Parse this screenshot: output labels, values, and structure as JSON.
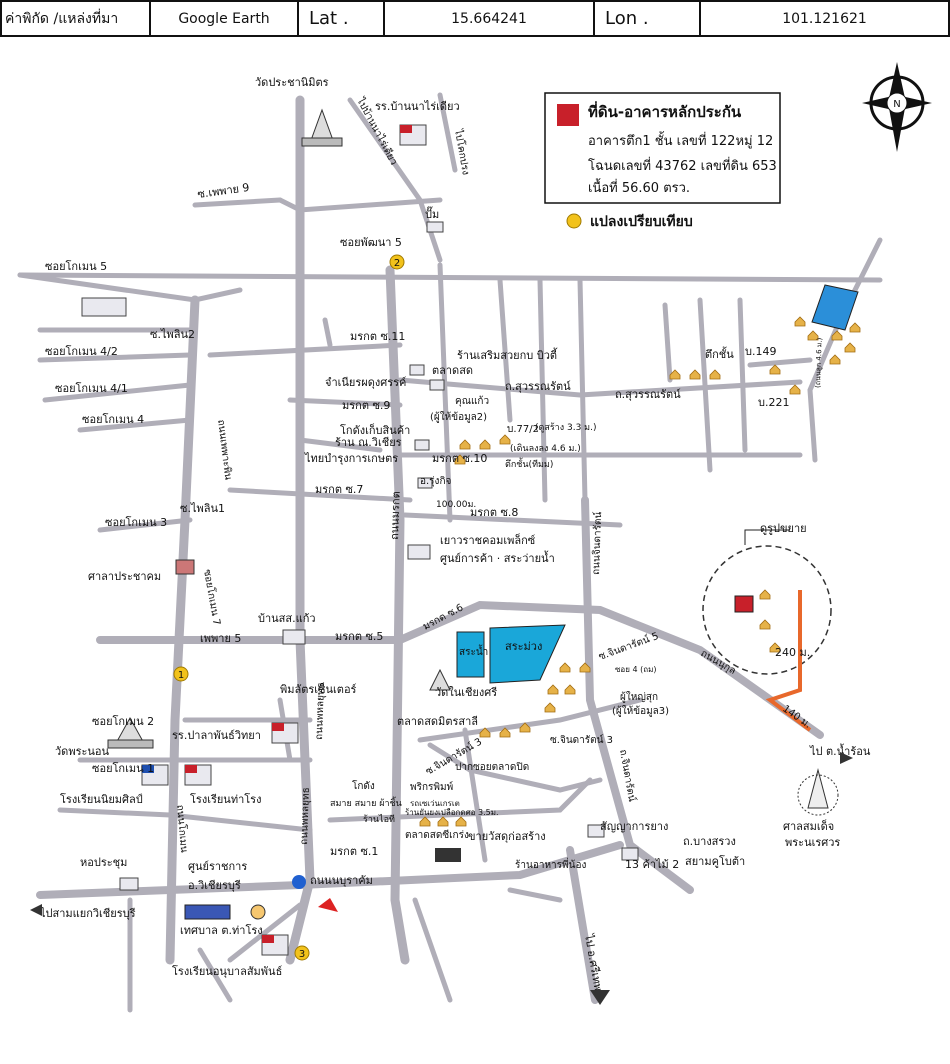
{
  "header": {
    "coord_label": "ค่าพิกัด /แหล่งที่มา",
    "source": "Google Earth",
    "lat_label": "Lat .",
    "lat_value": "15.664241",
    "lon_label": "Lon .",
    "lon_value": "101.121621"
  },
  "legend": {
    "title": "ที่ดิน-อาคารหลักประกัน",
    "line1": "อาคารตึก1  ชั้น เลขที่ 122หมู่ 12",
    "line2": "โฉนดเลขที่ 43762 เลขที่ดิน 653",
    "line3": "เนื้อที่ 56.60 ตรว.",
    "comparable": "แปลงเปรียบเทียบ",
    "subject_color": "#c8202a",
    "comparable_color": "#f2c21b"
  },
  "compass": {
    "north": "N"
  },
  "map_labels": {
    "wat_prachanimit": "วัดประชานิมิตร",
    "school_banna": "รร.บ้านนาไร่เดียว",
    "to_nanaraidiao": "ไปบ้านนาไร่เดียว",
    "to_khokprong": "ไปโคกปรง",
    "soi_phetphai9": "ซ.เพพาย 9",
    "pump": "ปั๊ม",
    "soi_phatthana5": "ซอยพัฒนา 5",
    "soi_kokmen5": "ซอยโกเมน 5",
    "soi_phlin2": "ซ.ไพลิน2",
    "soi_kokmen42": "ซอยโกเมน 4/2",
    "soi_kokmen41": "ซอยโกเมน 4/1",
    "soi_kokmen4": "ซอยโกเมน 4",
    "morakot11": "มรกต ซ.11",
    "barber": "ร้านเสริมสวยกบ บิวตี้",
    "market": "ตลาดสด",
    "jamnian": "จำเนียรผดุงศรรค์",
    "morakot9": "มรกต ซ.9",
    "khunkaew": "คุณแก้ว",
    "info2": "(ผู้ให้ข้อมูล2)",
    "warehouse": "โกดังเก็บสินค้า",
    "shop_wichian": "ร้าน ณ.วิเชียร",
    "thai_bamrung": "ไทยบำรุงการเกษตร",
    "morakot10": "มรกต ซ.10",
    "surawan_rd": "ถ.สุวรรณรัตน์",
    "surawan_rd2": "ถ.สุวรรณรัตน์",
    "tikchan": "ตึกชั้น",
    "b149": "บ.149",
    "b221": "บ.221",
    "b772": "บ.77/2",
    "b_info1": "(ดูสร้าง 3.3 ม.)",
    "b_info2": "(เดินลงลง 4.6 ม.)",
    "b_info3": "ตึกชั้น(ทีมม)",
    "o_rungkit": "อ.รุ่งกิจ",
    "morakot7": "มรกต ซ.7",
    "dist100": "100.00ม.",
    "morakot8": "มรกต ซ.8",
    "phetphai_rd": "ถนนเพพาะพิน",
    "morakot_rd": "ถนนมรกต",
    "soi_phlin1": "ซ.ไพลิน1",
    "soi_kokmen3": "ซอยโกเมน 3",
    "yaowarat": "เยาวราชคอมเพล็กซ์",
    "center": "ศูนย์การค้า · สระว่ายน้ำ",
    "chindarat_rd": "ถนนจินดารัตน์",
    "enlarged": "ดูรูปขยาย",
    "sala": "ศาลาประชาคม",
    "soi_kokmen7": "ซอยโกเมน 7",
    "banso": "บ้านสส.แก้ว",
    "phetphai5": "เพพาย 5",
    "morakot5": "มรกต ซ.5",
    "morakot6": "มรกต ซ.6",
    "pond1": "สระน้ำ",
    "pond2": "สระม่วง",
    "chindarat5": "ซ.จินดารัตน์ 5",
    "soi4": "ซอย 4 (ถม)",
    "m240": "240 ม.",
    "nonkula_rd": "ถนนนุกุล",
    "m140": "140 ม.",
    "to_namron": "ไป ต.น้ำร้อน",
    "phimchat": "พิมลัตรเซ็นเตอร์",
    "wat_naichiangsri": "วัดในเชียงศรี",
    "phuyai": "ผู้ใหญ่สุก",
    "info3": "(ผู้ให้ข้อมูล3)",
    "talat_mongkol": "ตลาดสดมิตรสาลี",
    "chindarat3": "ซ.จินดารัตน์ 3",
    "chindarat3b": "ซ.จินดารัตน์ 3",
    "soi_kokmen2": "ซอยโกเมน 2",
    "school_patum": "รร.ปาลาพันธ์วิทยา",
    "wat_phraephon": "วัดพระนอน",
    "soi_kokmen1": "ซอยโกเมน 1",
    "kokmen_rd": "ถนนโกเมน",
    "phetchaburi_rd": "ถนนพหลยุทธ",
    "prakob": "ปากซอยตลาดปิด",
    "chindarat_rd2": "ถ.จินดารัตน์",
    "school_niyom": "โรงเรียนนิยมศิลป์",
    "school_thachong": "โรงเรียนท่าโรง",
    "kokia": "โกดัง",
    "samai": "สมาย สมาย ผ้าชิ้น",
    "print": "พริกรพิมพ์",
    "shop": "ร้านไอที",
    "rail": "รถเซเว่นเกรเต",
    "shell": "ร้านยันยงเปลือกดศอ 3.5ม.",
    "market2": "ตลาดสดซีเกร่ง",
    "sanyaklang": "สัญญาการยาง",
    "shrine": "ศาลสมเด็จ",
    "naresuan": "พระนเรศวร",
    "phetchaburi_rd2": "ถนนพหลยุทธ",
    "hall": "หอประชุม",
    "morakot1": "มรกต ซ.1",
    "center2": "ศูนย์ราชการ",
    "wichian": "อ.วิเชียรบุรี",
    "nonburakham": "ถนนนบุราคัม",
    "material": "ขายวัสดุก่อสร้าง",
    "bangsawang": "ถ.บางสรวง",
    "kamai": "13 ค้าไม้ 2",
    "siam_kubota": "สยามคูโบต้า",
    "food": "ร้านอาหารพี่น้อง",
    "to_yaek": "ไปสามแยกวิเชียรบุรี",
    "tesaban": "เทศบาล ต.ท่าโรง",
    "school_anuban": "โรงเรียนอนุบาลสัมพันธ์",
    "to_sithep": "ไป อ.ศรีเทพ",
    "num1": "1",
    "num2": "2",
    "num3": "3",
    "north_dist": "(ถนนลูก 4.6 ม.)"
  }
}
